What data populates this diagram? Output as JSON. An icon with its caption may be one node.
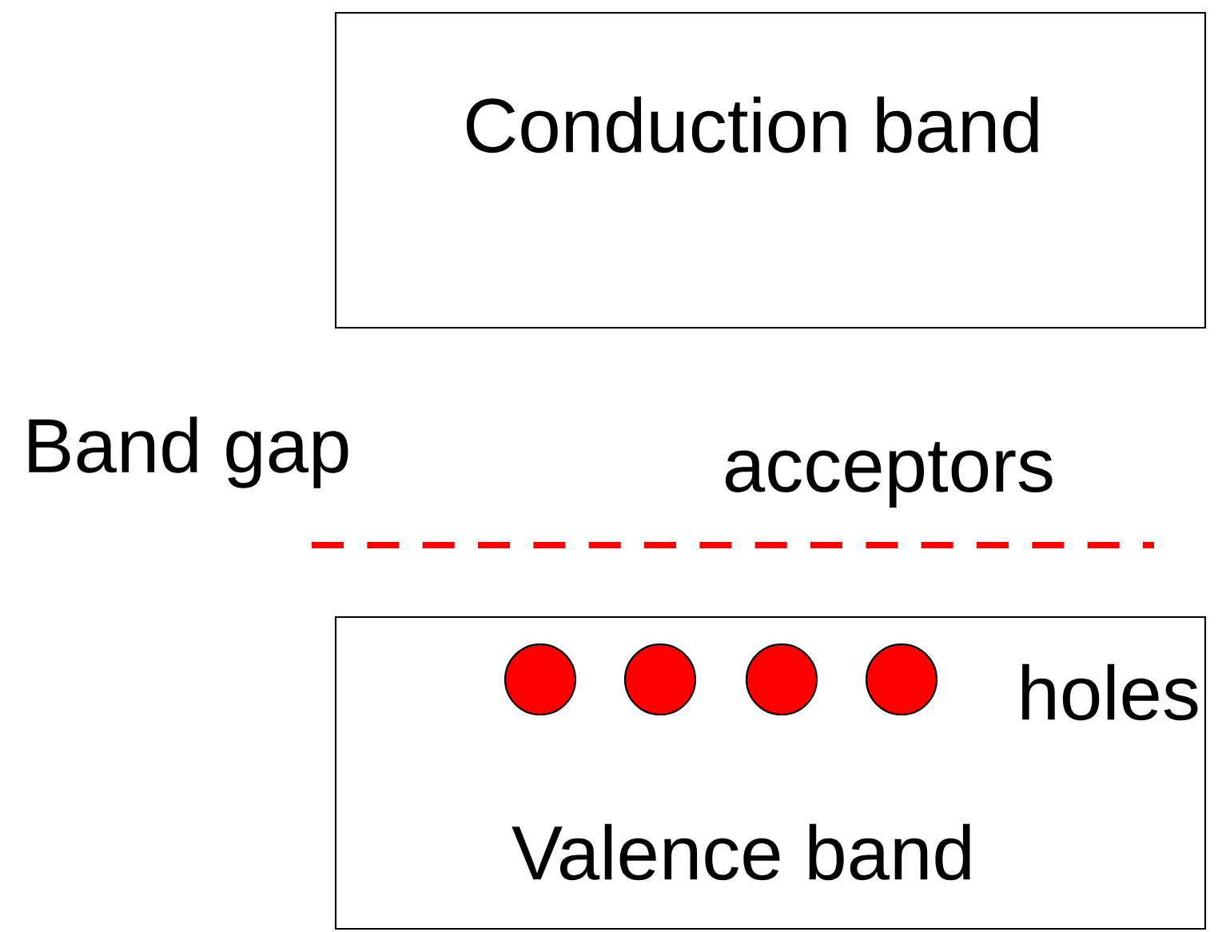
{
  "diagram": {
    "nodes": [
      {
        "text": [
          "Conduction band"
        ]
      },
      {
        "text": [
          "Valence band"
        ]
      },
      {
        "text": [],
        "shape": "circle",
        "in": 1
      },
      {
        "text": [],
        "shape": "circle",
        "in": 1
      },
      {
        "text": [],
        "shape": "circle",
        "in": 1
      },
      {
        "text": [],
        "shape": "circle",
        "in": 1
      }
    ],
    "labels": [
      "Band gap",
      "acceptors",
      "holes"
    ]
  }
}
